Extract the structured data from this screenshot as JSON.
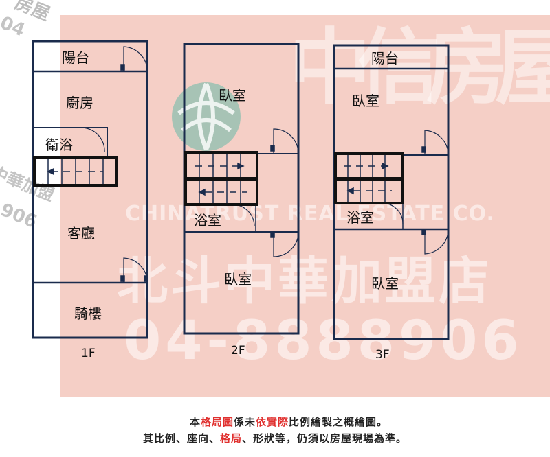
{
  "watermark": {
    "brand_cn": "中信房屋",
    "brand_en": "CHINATRUST REAL ESTATE CO.",
    "branch": "北斗中華加盟店",
    "phone": "04-8888906",
    "corner_top": "房屋",
    "corner_top2": "04",
    "corner_left": "中華加盟",
    "corner_left2": "906"
  },
  "floors": [
    {
      "label": "1F",
      "rooms": [
        "陽台",
        "廚房",
        "衛浴",
        "客廳",
        "騎樓"
      ]
    },
    {
      "label": "2F",
      "rooms": [
        "臥室",
        "浴室",
        "臥室"
      ]
    },
    {
      "label": "3F",
      "rooms": [
        "陽台",
        "臥室",
        "浴室",
        "臥室"
      ]
    }
  ],
  "caption": {
    "line1_a": "本",
    "line1_b": "格局圖",
    "line1_c": "係未",
    "line1_d": "依實際",
    "line1_e": "比例繪製之概繪圖。",
    "line2_a": "其比例、座向、",
    "line2_b": "格局",
    "line2_c": "、形狀等，仍須以房屋現場為準。"
  }
}
